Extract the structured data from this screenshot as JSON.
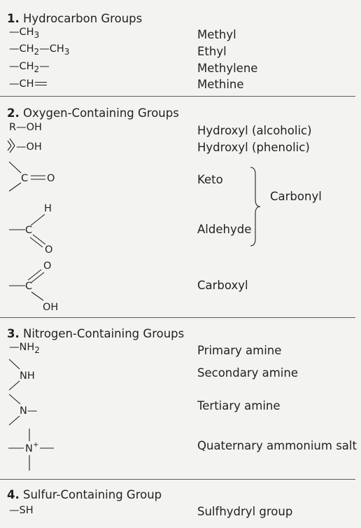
{
  "sections": [
    {
      "number": "1.",
      "title": "Hydrocarbon Groups",
      "items": [
        {
          "formula_parts": [
            "—CH",
            "3"
          ],
          "name": "Methyl"
        },
        {
          "formula_parts": [
            "—CH",
            "2",
            "—CH",
            "3"
          ],
          "name": "Ethyl"
        },
        {
          "formula_parts": [
            "—CH",
            "2",
            "—"
          ],
          "name": "Methylene"
        },
        {
          "formula": "—CH",
          "name": "Methine"
        }
      ]
    },
    {
      "number": "2.",
      "title": "Oxygen-Containing Groups",
      "items": [
        {
          "formula": "R—OH",
          "name": "Hydroxyl (alcoholic)"
        },
        {
          "formula": "—OH",
          "name": "Hydroxyl (phenolic)"
        },
        {
          "atoms": [
            "C",
            "O"
          ],
          "name": "Keto"
        },
        {
          "atoms": [
            "H",
            "C",
            "O"
          ],
          "name": "Aldehyde"
        },
        {
          "atoms": [
            "O",
            "C",
            "OH"
          ],
          "name": "Carboxyl"
        }
      ],
      "group_label": "Carbonyl"
    },
    {
      "number": "3.",
      "title": "Nitrogen-Containing Groups",
      "items": [
        {
          "formula_parts": [
            "—NH",
            "2"
          ],
          "name": "Primary amine"
        },
        {
          "formula": "NH",
          "name": "Secondary amine"
        },
        {
          "formula": "N—",
          "name": "Tertiary amine"
        },
        {
          "formula": "N",
          "charge": "+",
          "name": "Quaternary ammonium salt"
        }
      ]
    },
    {
      "number": "4.",
      "title": "Sulfur-Containing Group",
      "items": [
        {
          "formula": "—SH",
          "name": "Sulfhydryl group"
        }
      ]
    }
  ],
  "colors": {
    "background": "#f3f4f2",
    "text": "#231f20",
    "rule": "#5a5a5a"
  }
}
